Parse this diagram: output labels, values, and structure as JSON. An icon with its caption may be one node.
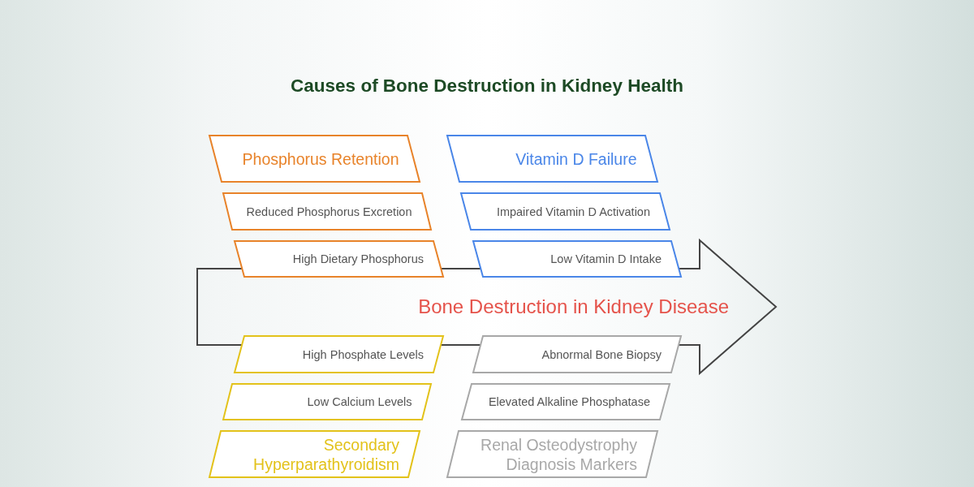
{
  "diagram": {
    "title": "Causes of Bone Destruction in Kidney Health",
    "nodes": [
      {
        "text": [
          "Phosphorus Retention"
        ]
      },
      {
        "text": [
          "Vitamin D Failure"
        ]
      },
      {
        "text": [
          "Reduced Phosphorus Excretion"
        ]
      },
      {
        "text": [
          "Impaired Vitamin D Activation"
        ]
      },
      {
        "text": [
          "High Dietary Phosphorus"
        ]
      },
      {
        "text": [
          "Low Vitamin D Intake"
        ]
      },
      {
        "text": [
          "Bone Destruction in Kidney Disease"
        ]
      },
      {
        "text": [
          "High Phosphate Levels"
        ]
      },
      {
        "text": [
          "Abnormal Bone Biopsy"
        ]
      },
      {
        "text": [
          "Low Calcium Levels"
        ]
      },
      {
        "text": [
          "Elevated Alkaline Phosphatase"
        ]
      },
      {
        "text": [
          "Secondary Hyperparathyroidism"
        ]
      },
      {
        "text": [
          "Renal Osteodystrophy Diagnosis Markers"
        ]
      }
    ]
  }
}
